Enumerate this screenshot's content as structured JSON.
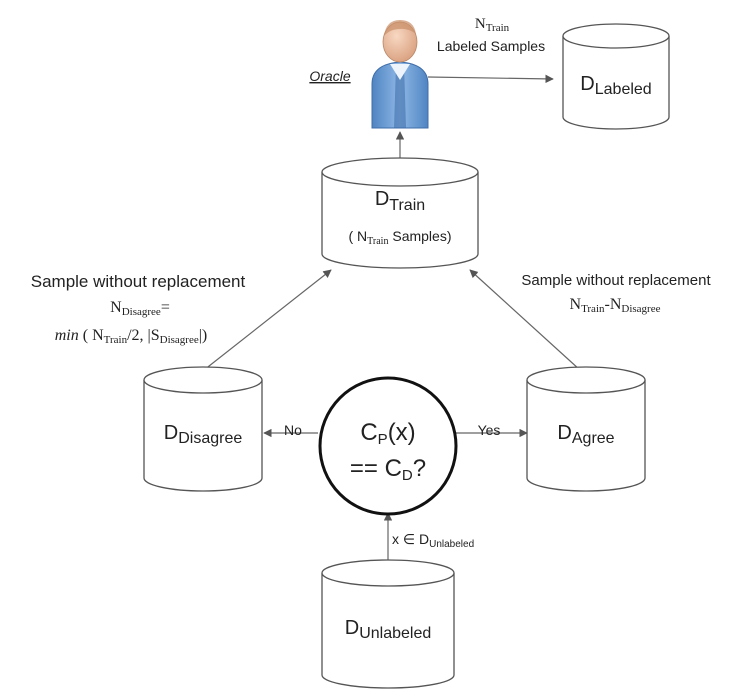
{
  "oracle": {
    "label": "Oracle"
  },
  "top_annotation": {
    "n_train": "N",
    "n_train_sub": "Train",
    "labeled_samples": "Labeled Samples"
  },
  "cylinders": {
    "labeled": {
      "main": "D",
      "sub": "Labeled"
    },
    "train": {
      "main": "D",
      "sub": "Train",
      "detail_open": "( N",
      "detail_sub": "Train",
      "detail_close": " Samples)"
    },
    "disagree": {
      "main": "D",
      "sub": "Disagree"
    },
    "agree": {
      "main": "D",
      "sub": "Agree"
    },
    "unlabeled": {
      "main": "D",
      "sub": "Unlabeled"
    }
  },
  "decision": {
    "line1_c": "C",
    "line1_sub": "P",
    "line1_rest": "(x)",
    "line2_pre": "== C",
    "line2_sub": "D",
    "line2_post": "?"
  },
  "left_annotation": {
    "title": "Sample without replacement",
    "n": "N",
    "n_sub": "Disagree",
    "eq": "=",
    "min": "min",
    "open": " ( N",
    "train_sub": "Train",
    "mid": "/2, |S",
    "s_sub": "Disagree",
    "close": "|)"
  },
  "right_annotation": {
    "title": "Sample without replacement",
    "n": "N",
    "n_sub": "Train",
    "minus": "-N",
    "n2_sub": "Disagree"
  },
  "edges": {
    "no": "No",
    "yes": "Yes",
    "input_pre": "x ∈ D",
    "input_sub": "Unlabeled"
  },
  "colors": {
    "stroke": "#555555",
    "person_body": "#7aa7d8",
    "person_head": "#e8b79a"
  }
}
